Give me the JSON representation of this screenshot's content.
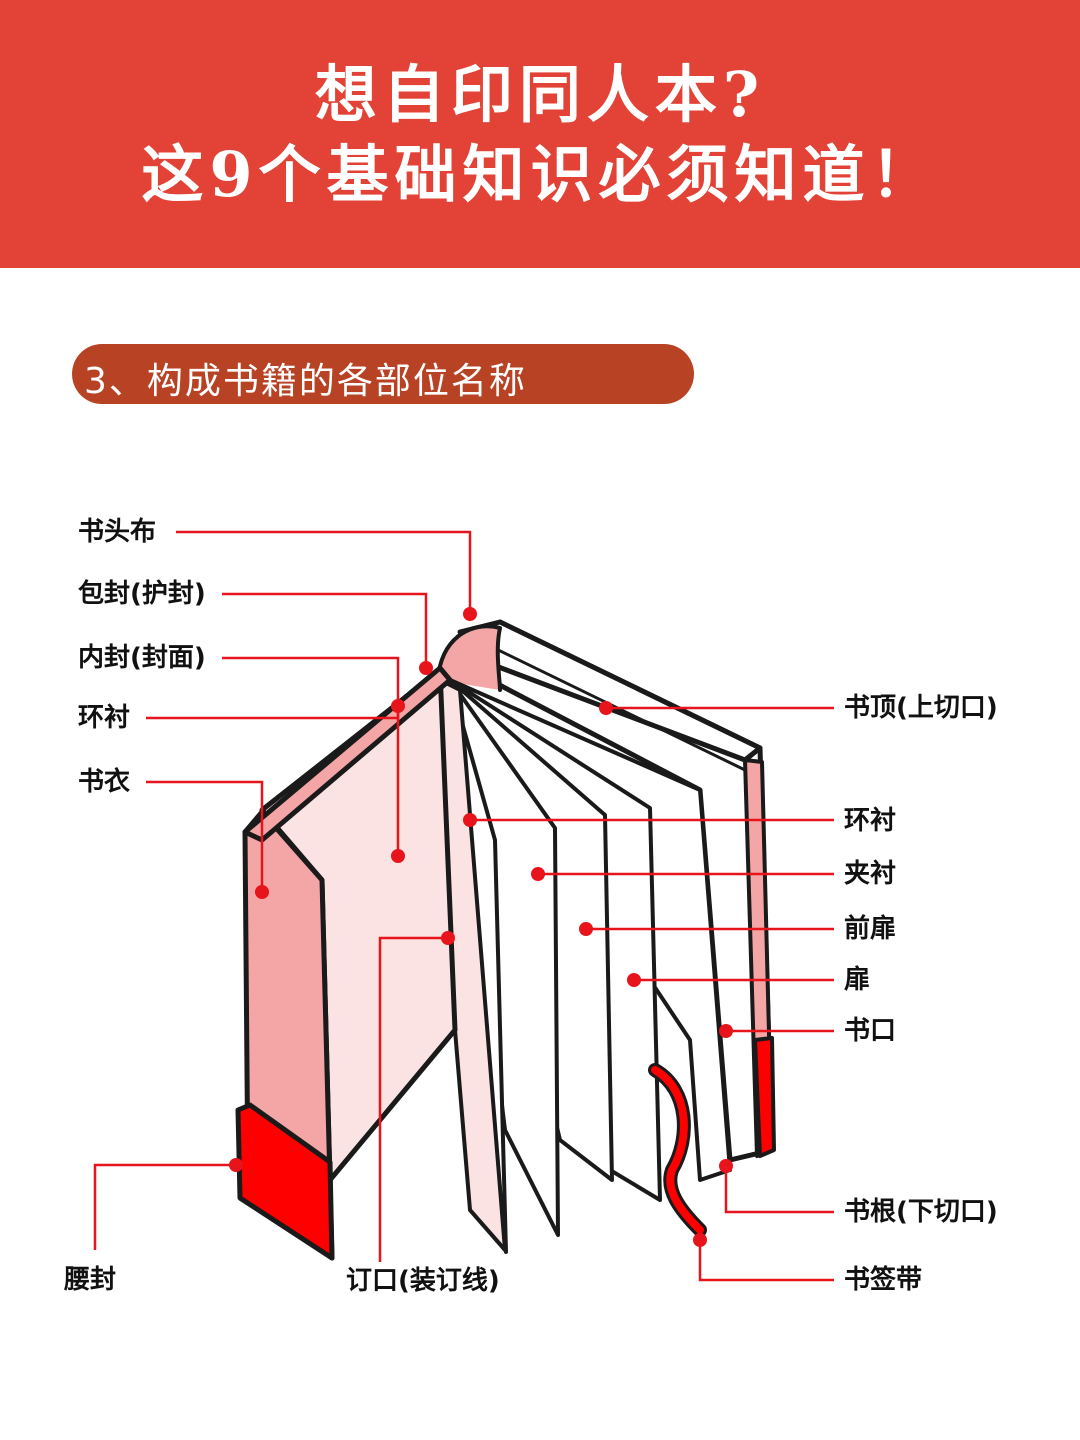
{
  "header": {
    "title_line1": "想自印同人本?",
    "title_line2": "这9个基础知识必须知道！",
    "bg_color": "#e24336"
  },
  "section": {
    "title": "3、构成书籍的各部位名称",
    "pill_color": "#b84224"
  },
  "colors": {
    "leader": "#e8141b",
    "outline": "#1a1a1a",
    "pink_light": "#fbe3e3",
    "pink_mid": "#f4a6a6",
    "belly_red": "#ff0000"
  },
  "labels": {
    "shutoubu": "书头布",
    "baofeng": "包封(护封)",
    "neifeng": "内封(封面)",
    "chenzhi_left": "环衬",
    "shuyi": "书衣",
    "yaofeng": "腰封",
    "dingkou": "订口(装订线)",
    "shuding": "书顶(上切口)",
    "chenzhi_right": "环衬",
    "jiachen": "夹衬",
    "qianfei": "前扉",
    "fei": "扉",
    "shukou": "书口",
    "shugen": "书根(下切口)",
    "shuqiandai": "书签带"
  }
}
